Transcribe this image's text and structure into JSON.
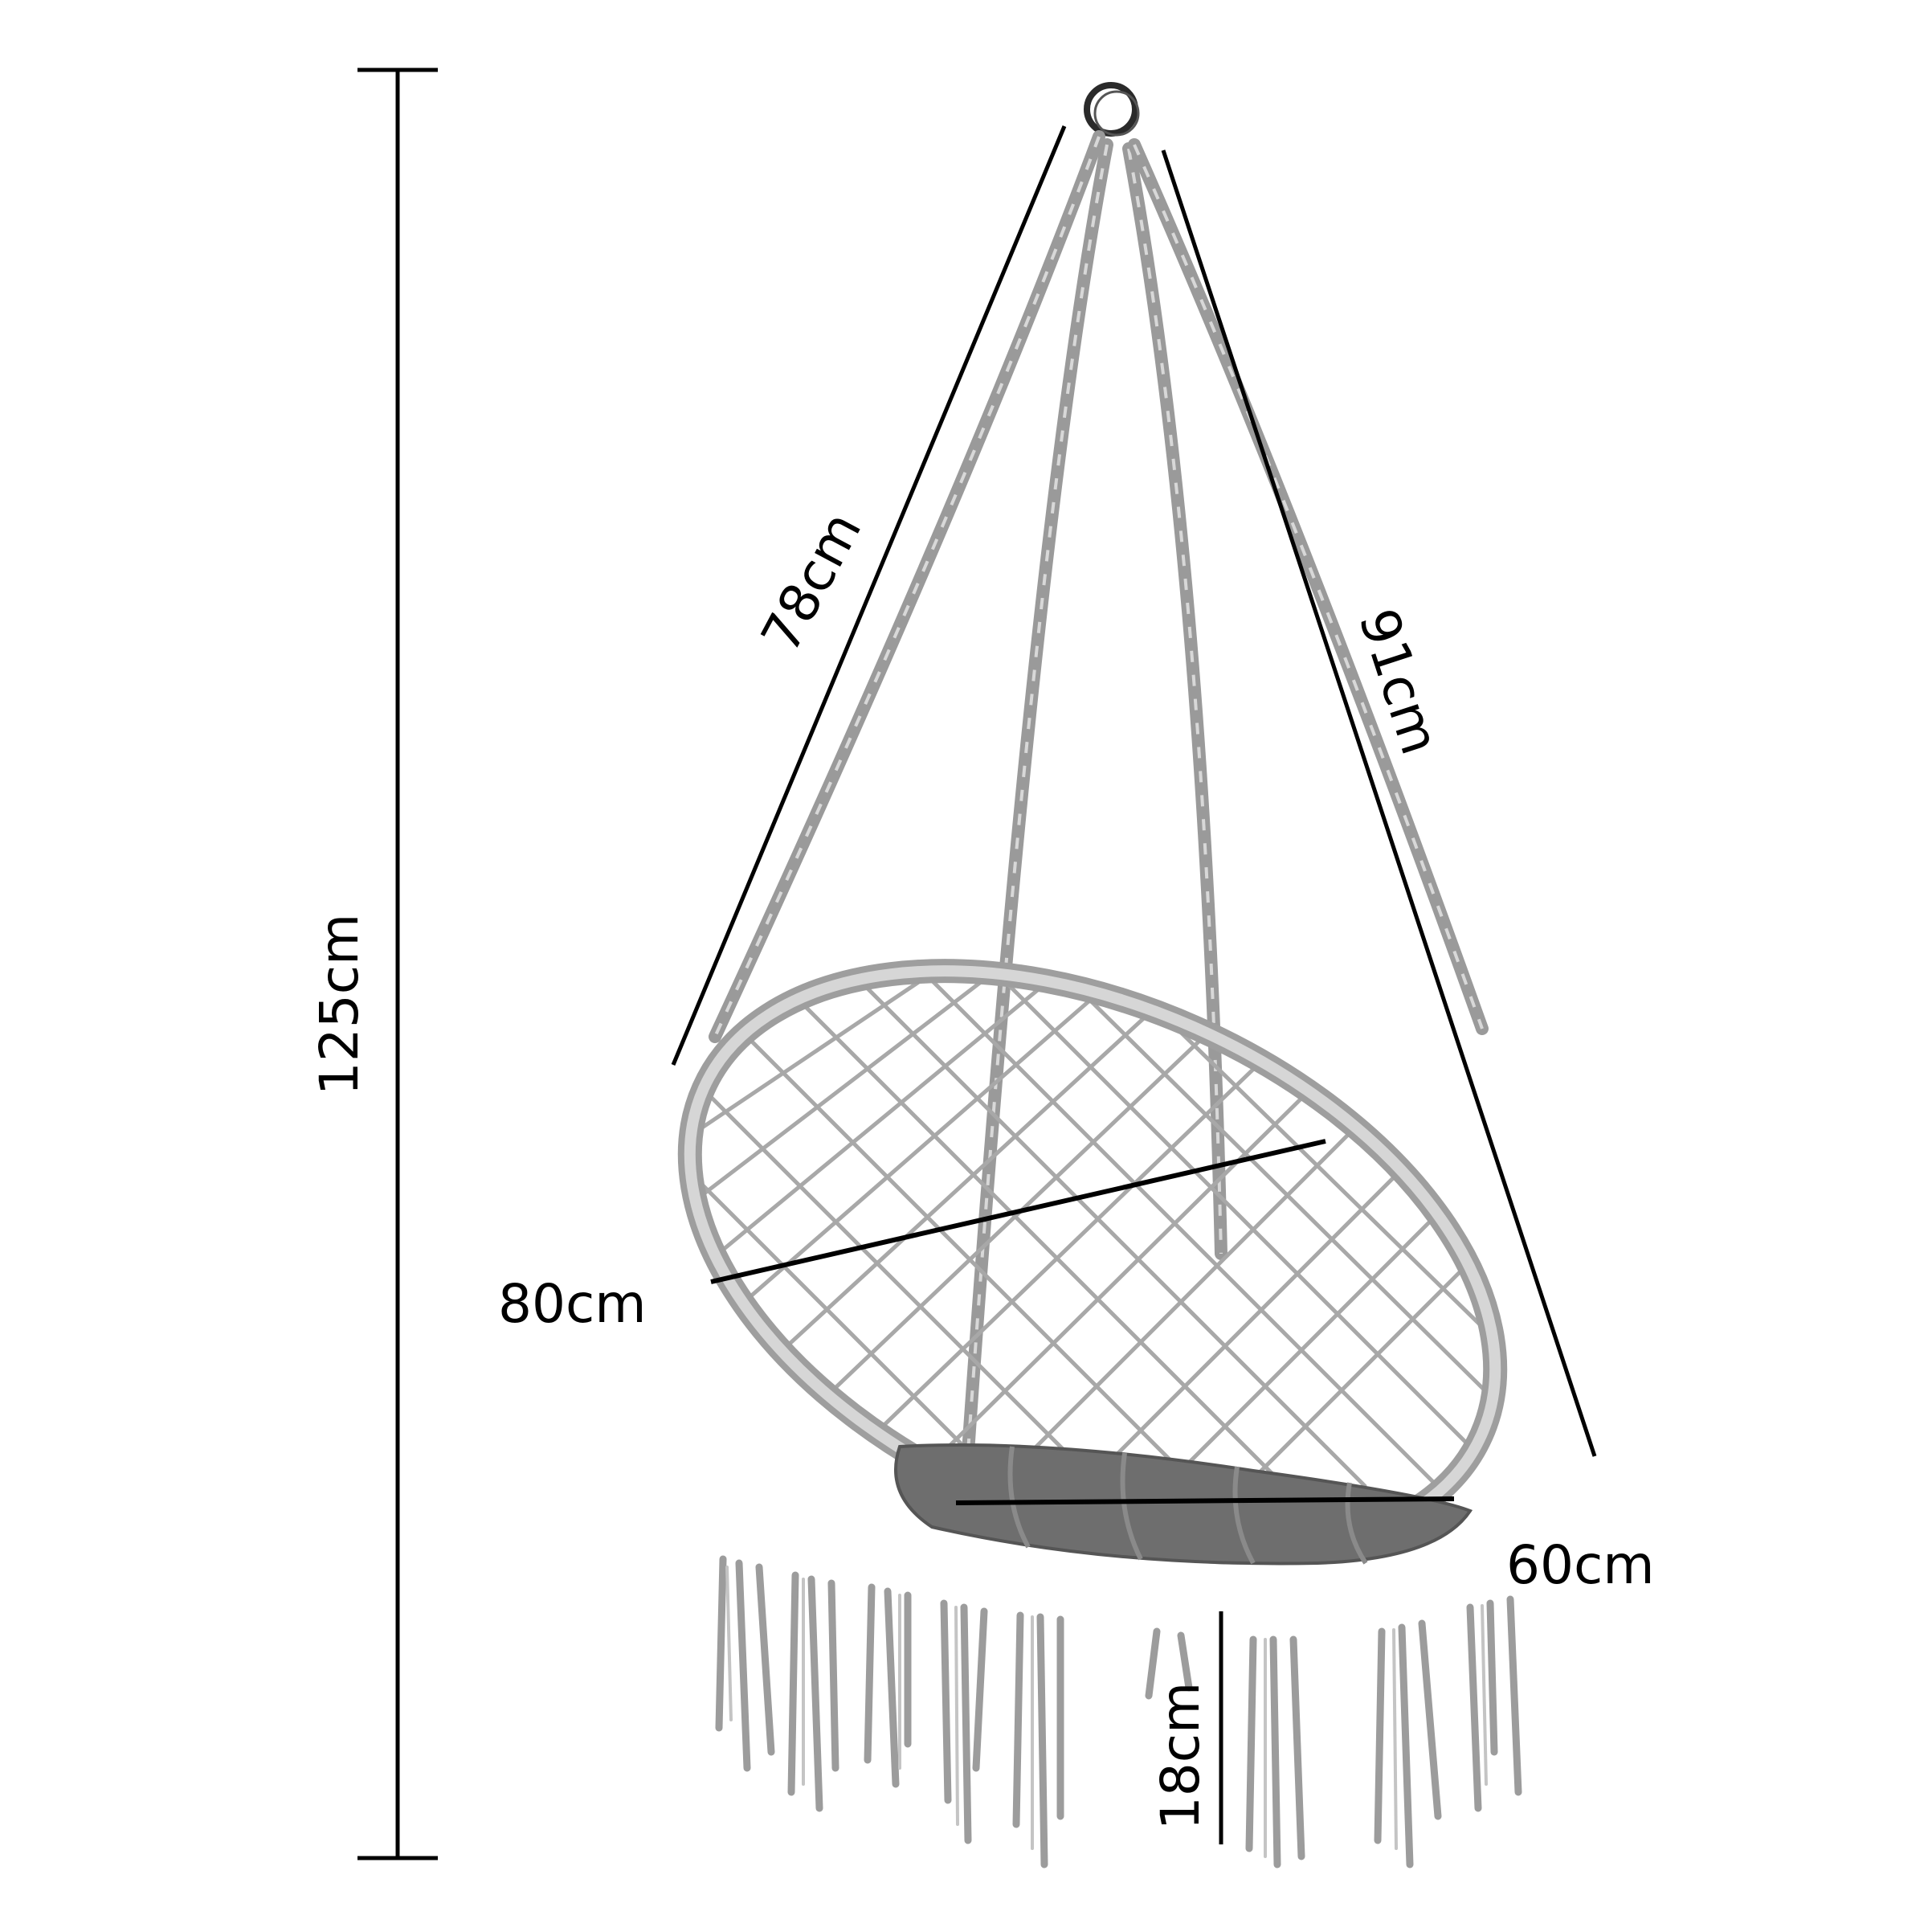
{
  "diagram": {
    "title": "Hanging macrame chair dimensions",
    "colors": {
      "background": "#ffffff",
      "dimension_line": "#000000",
      "rope": "#9a9a9a",
      "hoop": "#bdbdbd",
      "cushion": "#6e6e6e",
      "ring": "#2a2a2a"
    },
    "dimensions": {
      "total_height": "125cm",
      "left_rope": "78cm",
      "right_rope": "91cm",
      "hoop_diameter": "80cm",
      "seat_width": "60cm",
      "tassel_length": "18cm"
    },
    "components": [
      "hanging-ring",
      "ropes",
      "hoop",
      "net",
      "seat-cushion",
      "tassels"
    ]
  }
}
